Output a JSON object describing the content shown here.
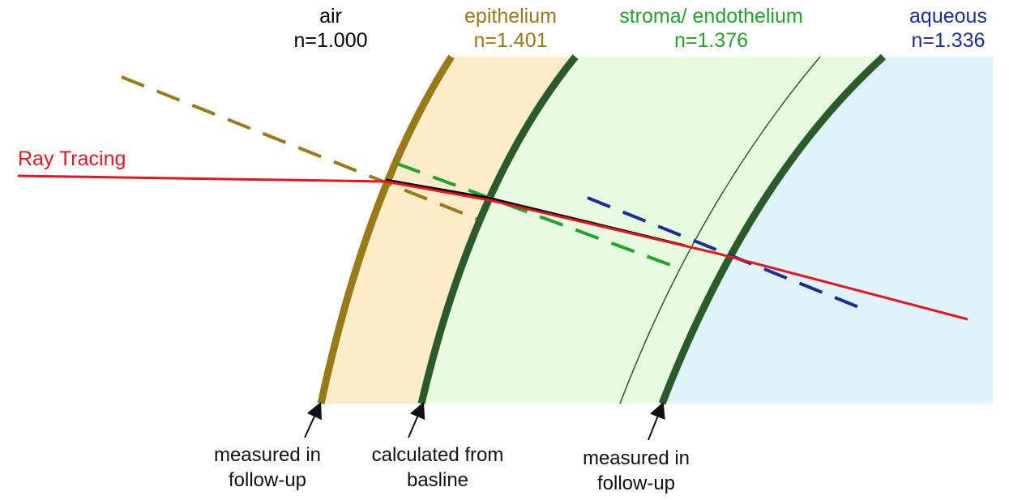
{
  "colors": {
    "air": "#000000",
    "epithelium": "#9a7a16",
    "stroma": "#22a32a",
    "aqueous": "#1c2d96",
    "ray": "#e8141e",
    "boundary_dark": "#2b5b2b",
    "epi_fill": "#fdecc8",
    "stroma_fill": "#e6fbe0",
    "aqueous_fill": "#dff3fb"
  },
  "media": {
    "air": {
      "name": "air",
      "index": "n=1.000"
    },
    "epithelium": {
      "name": "epithelium",
      "index": "n=1.401"
    },
    "stroma": {
      "name": "stroma/ endothelium",
      "index": "n=1.376"
    },
    "aqueous": {
      "name": "aqueous",
      "index": "n=1.336"
    }
  },
  "ray_label": "Ray Tracing",
  "annotations": [
    {
      "line1": "measured in",
      "line2": "follow-up"
    },
    {
      "line1": "calculated from",
      "line2": "basline"
    },
    {
      "line1": "measured in",
      "line2": "follow-up"
    }
  ]
}
